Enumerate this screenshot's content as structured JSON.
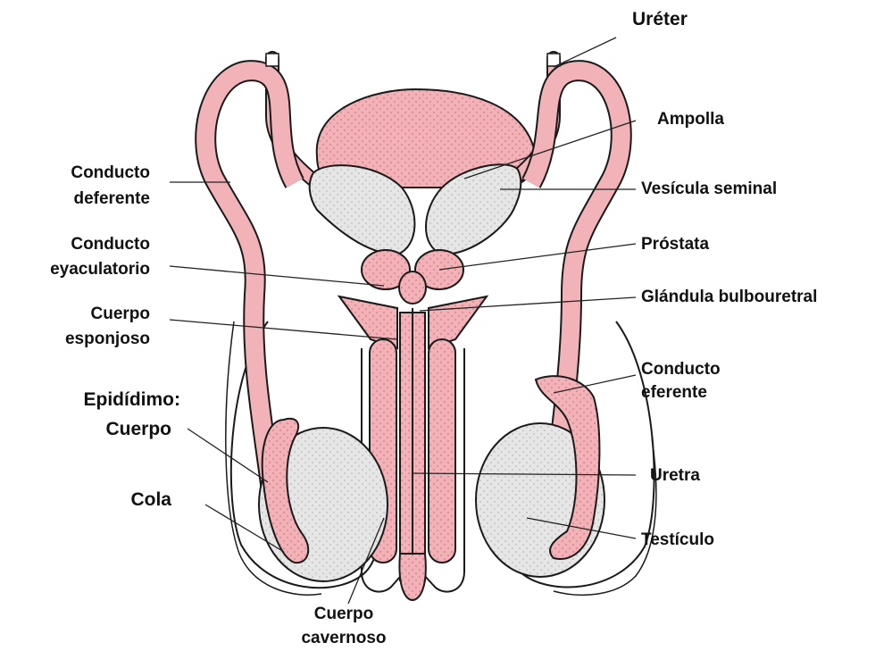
{
  "diagram": {
    "colors": {
      "tissue_pink": "#f2b3b8",
      "tissue_pink_dark": "#e79aa1",
      "gland_gray": "#e3e3e3",
      "outline": "#1a1a1a",
      "leader": "#222222"
    },
    "labels": {
      "ureter": "Uréter",
      "ampolla": "Ampolla",
      "vesicula_seminal": "Vesícula seminal",
      "conducto_deferente_1": "Conducto",
      "conducto_deferente_2": "deferente",
      "conducto_eyaculatorio_1": "Conducto",
      "conducto_eyaculatorio_2": "eyaculatorio",
      "prostata": "Próstata",
      "glandula_bulbouretral": "Glándula bulbouretral",
      "cuerpo_esponjoso_1": "Cuerpo",
      "cuerpo_esponjoso_2": "esponjoso",
      "conducto_eferente_1": "Conducto",
      "conducto_eferente_2": "eferente",
      "epididimo_1": "Epidídimo:",
      "epididimo_2": "Cuerpo",
      "cola": "Cola",
      "uretra": "Uretra",
      "testiculo": "Testículo",
      "cuerpo_cavernoso_1": "Cuerpo",
      "cuerpo_cavernoso_2": "cavernoso"
    }
  }
}
